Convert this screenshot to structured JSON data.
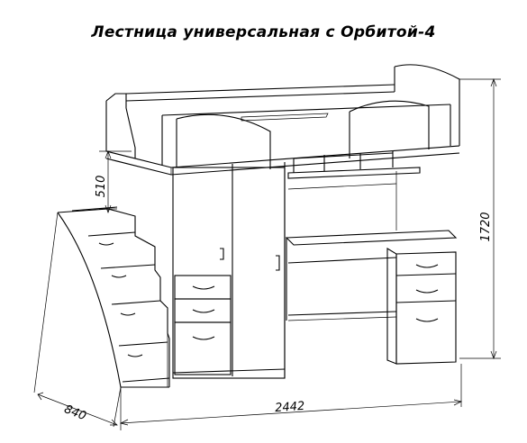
{
  "title": "Лестница универсальная с Орбитой-4",
  "dimensions": {
    "height_total": "1720",
    "step_height": "510",
    "depth": "840",
    "width": "2442"
  }
}
